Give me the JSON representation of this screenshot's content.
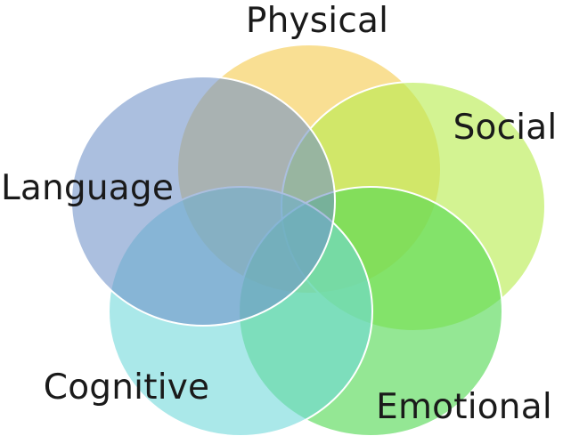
{
  "diagram": {
    "type": "venn",
    "sets": [
      {
        "id": "physical",
        "label": "Physical",
        "color": "#F5CC50",
        "opacity": 0.62
      },
      {
        "id": "social",
        "label": "Social",
        "color": "#B8EC4F",
        "opacity": 0.62
      },
      {
        "id": "emotional",
        "label": "Emotional",
        "color": "#52D852",
        "opacity": 0.62
      },
      {
        "id": "cognitive",
        "label": "Cognitive",
        "color": "#6DD7D9",
        "opacity": 0.58
      },
      {
        "id": "language",
        "label": "Language",
        "color": "#6E90C8",
        "opacity": 0.58
      }
    ]
  }
}
